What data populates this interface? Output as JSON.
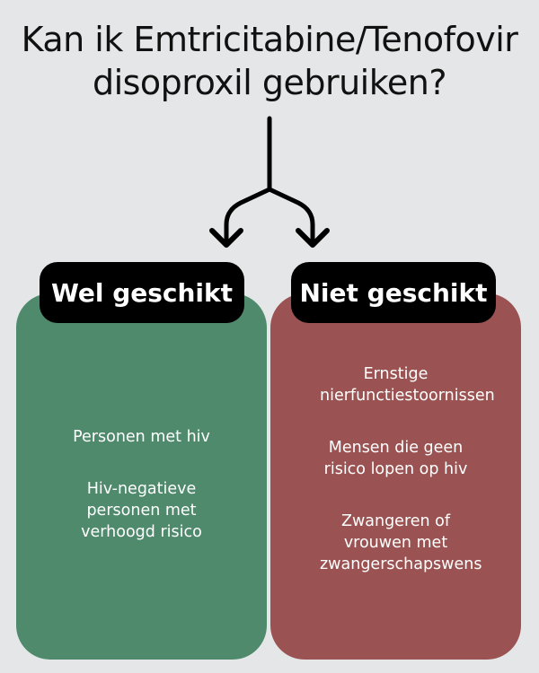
{
  "title": "Kan ik Emtricitabine/Tenofovir disoproxil gebruiken?",
  "left": {
    "label": "Wel geschikt",
    "color": "#4f8a6c",
    "items": [
      "Personen met hiv",
      "Hiv-negatieve personen met verhoogd risico"
    ]
  },
  "right": {
    "label": "Niet geschikt",
    "color": "#9a5352",
    "items": [
      "Ernstige nierfunctiestoornissen",
      "Mensen die geen risico lopen op hiv",
      "Zwangeren of vrouwen met zwangerschapswens"
    ]
  }
}
